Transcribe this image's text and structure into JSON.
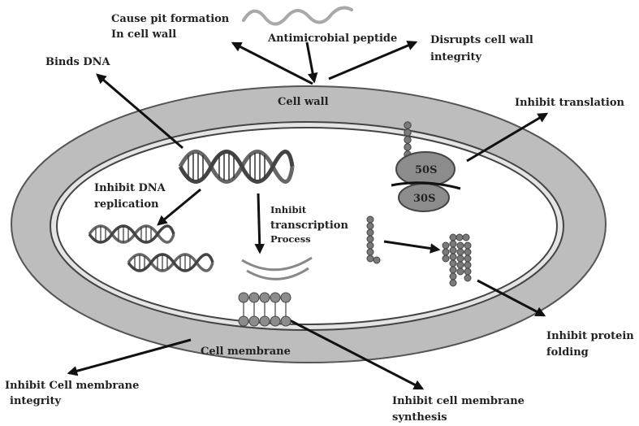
{
  "labels": {
    "peptide": "Antimicrobial peptide",
    "pit_1": "Cause pit formation",
    "pit_2": "In cell wall",
    "disrupt_1": "Disrupts cell wall",
    "disrupt_2": "integrity",
    "binds_dna": "Binds DNA",
    "cell_wall": "Cell wall",
    "inhibit_translation": "Inhibit translation",
    "dna_rep_1": "Inhibit DNA",
    "dna_rep_2": "replication",
    "transcription_1": "Inhibit",
    "transcription_2": "transcription",
    "transcription_3": "Process",
    "ribosome_large": "50S",
    "ribosome_small": "30S",
    "cell_membrane": "Cell membrane",
    "membrane_integrity_1": "Inhibit Cell membrane",
    "membrane_integrity_2": "integrity",
    "membrane_synthesis_1": "Inhibit cell membrane",
    "membrane_synthesis_2": "synthesis",
    "folding_1": "Inhibit protein",
    "folding_2": "folding"
  },
  "colors": {
    "wall": "#bdbdbd",
    "interior": "#ffffff",
    "ribosome": "#8c8c8c",
    "bead": "#7a7a7a",
    "peptide": "#a8a8a8",
    "arrow": "#111111"
  }
}
